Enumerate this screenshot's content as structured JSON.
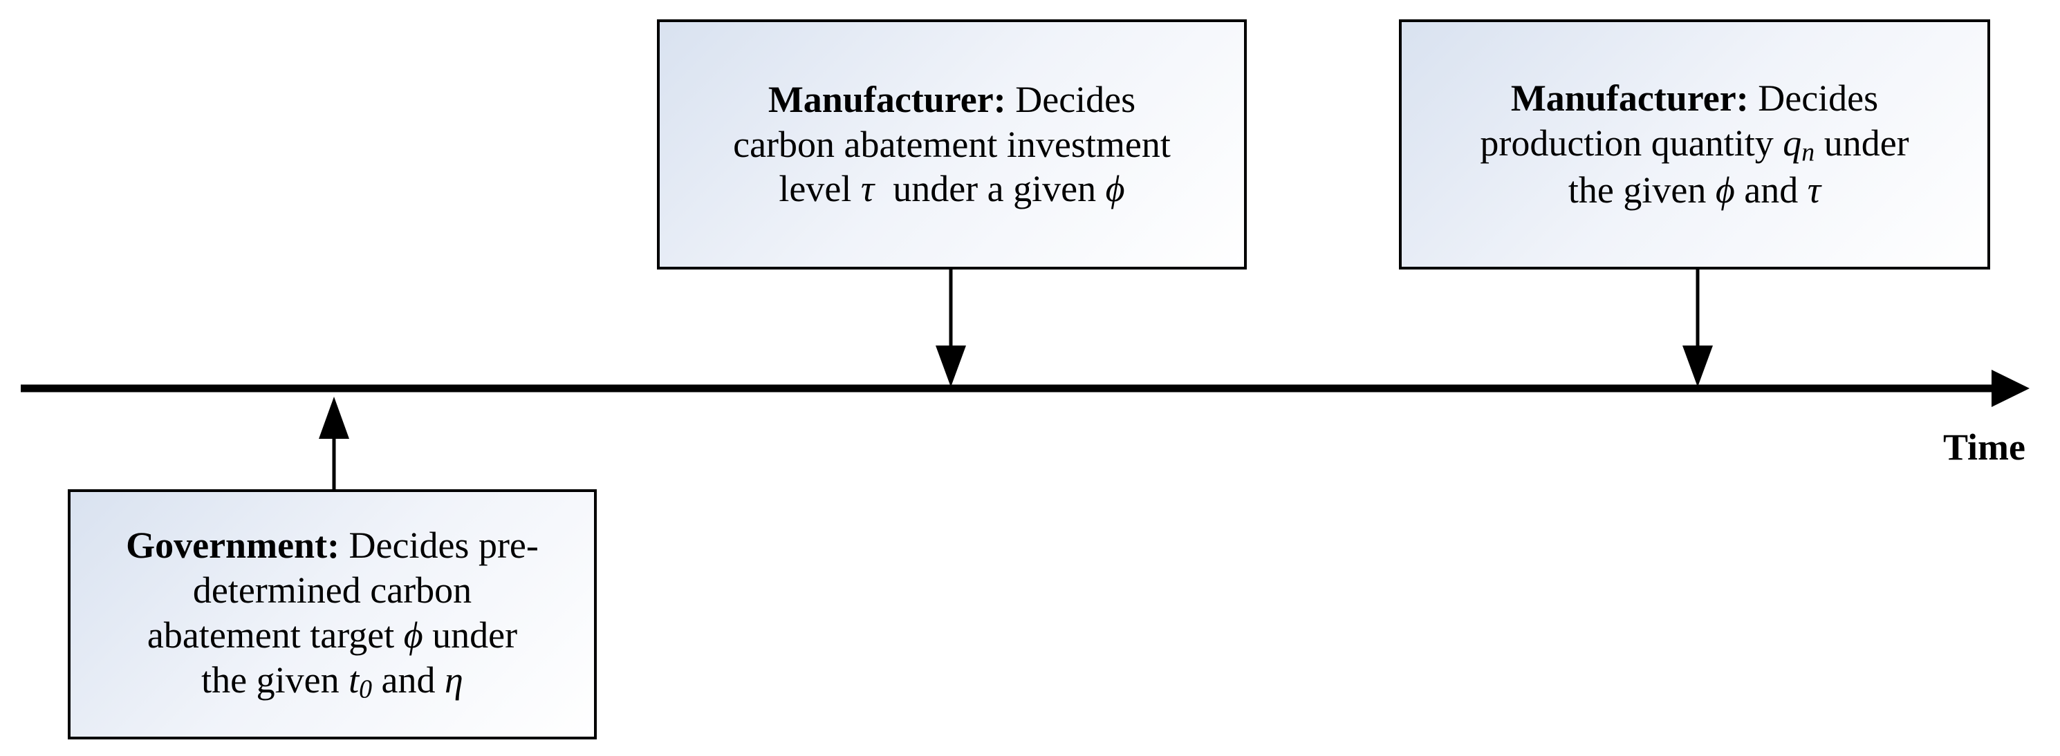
{
  "axis": {
    "label": "Time"
  },
  "stages": {
    "investment": {
      "actor": "Manufacturer:",
      "line1": "Decides",
      "line2": "carbon abatement investment",
      "line3_pre": "level",
      "tau": "τ",
      "line3_mid": "under a given",
      "phi": "ϕ"
    },
    "production": {
      "actor": "Manufacturer:",
      "line1": "Decides",
      "line2_pre": "production quantity",
      "q": "q",
      "q_sub": "n",
      "line2_post": "under",
      "line3_pre": "the given",
      "phi": "ϕ",
      "and": "and",
      "tau": "τ"
    },
    "government": {
      "actor": "Government:",
      "line1": "Decides pre-",
      "line2": "determined carbon",
      "line3_pre": "abatement target",
      "phi": "ϕ",
      "line3_post": "under",
      "line4_pre": "the given",
      "t": "t",
      "t_sub": "0",
      "and": "and",
      "eta": "η"
    }
  },
  "colors": {
    "line": "#000000",
    "box_fill_start": "#d9e2f0",
    "box_fill_end": "#ffffff"
  }
}
